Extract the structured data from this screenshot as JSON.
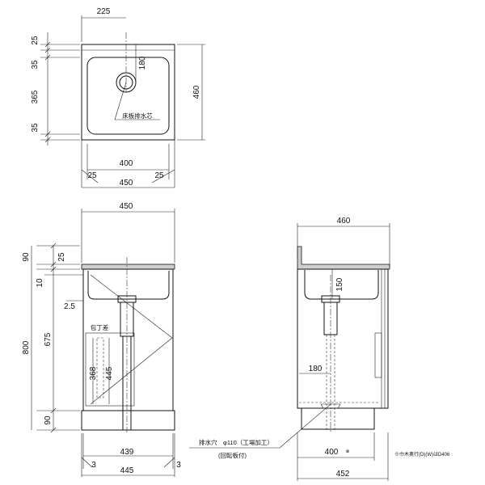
{
  "top_view": {
    "dim_offset": "225",
    "dim_drain": "180",
    "dim_depth_total": "460",
    "dim_back": "25",
    "dim_rim_back": "35",
    "dim_bowl_depth": "365",
    "dim_rim_front": "35",
    "label_drain_center": "床板排水芯",
    "dim_inner_width": "400",
    "dim_left_flange": "25",
    "dim_right_flange": "25",
    "dim_outer_width": "450"
  },
  "front_view": {
    "dim_width_top": "450",
    "dim_top": "90",
    "dim_top_inner": "25",
    "dim_10": "10",
    "dim_2_5": "2.5",
    "label_knife": "包丁差",
    "dim_total_height": "800",
    "dim_body": "675",
    "dim_368": "368",
    "dim_445_vertical": "445",
    "dim_bottom": "90",
    "dim_inner_bottom": "439",
    "dim_left_3": "3",
    "dim_right_3": "3",
    "dim_bottom_width": "445"
  },
  "side_view": {
    "dim_depth_top": "460",
    "dim_150": "150",
    "dim_180": "180",
    "label_drain_hole": "排水穴　φ110（工場加工）",
    "label_rotating_plate": "(回転板付)",
    "dim_400": "400",
    "mark_note": "※",
    "dim_452": "452",
    "note_baseboard": "※巾木奥行(D)(W)はD406"
  }
}
